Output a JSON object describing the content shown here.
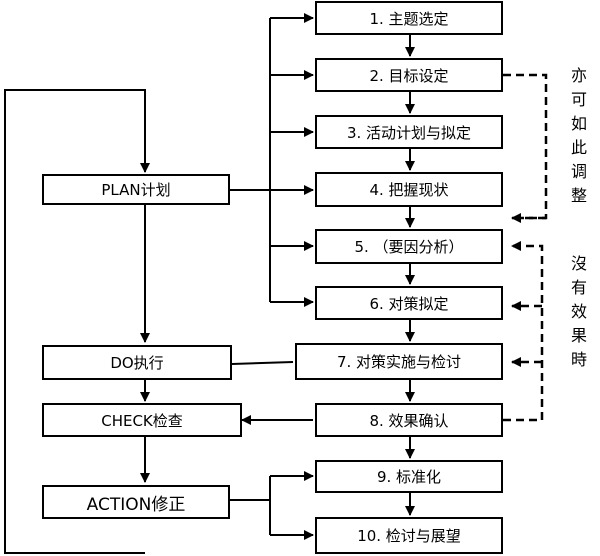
{
  "left": {
    "plan": "PLAN计划",
    "do": "DO执行",
    "check": "CHECK检查",
    "action": "ACTION修正"
  },
  "steps": [
    "1. 主题选定",
    "2. 目标设定",
    "3. 活动计划与拟定",
    "4. 把握现状",
    "5. （要因分析）",
    "6. 对策拟定",
    "7. 对策实施与检讨",
    "8. 效果确认",
    "9. 标准化",
    "10. 检讨与展望"
  ],
  "notes": {
    "adjust": "亦可如此调整",
    "no_effect": "沒有效果時"
  }
}
